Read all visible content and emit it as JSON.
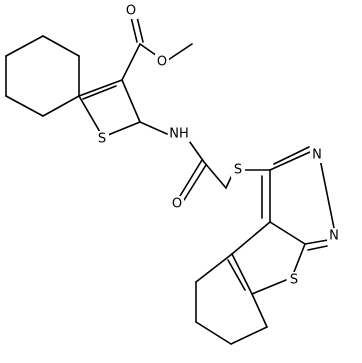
{
  "molecule": {
    "atom_labels": {
      "o_methoxy": "O",
      "o_carbonyl": "O",
      "s_thiophene_top": "S",
      "nh": "NH",
      "o_amide": "O",
      "s_thioether": "S",
      "n_pyrimidine_3": "N",
      "n_pyrimidine_1": "N",
      "s_thiophene_bottom": "S"
    },
    "colors": {
      "bond": "#000000",
      "background": "#ffffff"
    }
  }
}
